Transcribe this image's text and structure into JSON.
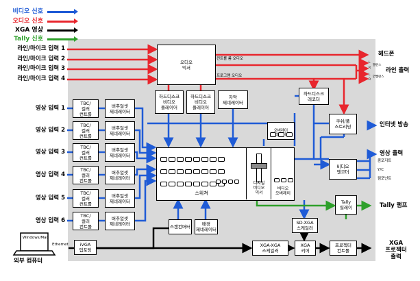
{
  "legend": {
    "video": {
      "label": "비디오 신호",
      "color": "#1f5bd6"
    },
    "audio": {
      "label": "오디오 신호",
      "color": "#e8262d"
    },
    "xga": {
      "label": "XGA 영상",
      "color": "#000000"
    },
    "tally": {
      "label": "Tally 신호",
      "color": "#2ea02b"
    }
  },
  "inputs": {
    "mic": [
      "라인/마이크 입력 1",
      "라인/마이크 입력 2",
      "라인/마이크 입력 3",
      "라인/마이크 입력 4"
    ],
    "video": [
      "영상 입력 1",
      "영상 입력 2",
      "영상 입력 3",
      "영상 입력 4",
      "영상 입력 5",
      "영상 입력 6"
    ],
    "computer": "외부 컴퓨터",
    "laptop_screen": "Windows/Mac",
    "ethernet": "Ethernet"
  },
  "blocks": {
    "tbc": "TBC/\n컬러\n컨트롤",
    "color_bar": "버추얼셋\n제네레이터",
    "audio_mixer": "오디오\n믹서",
    "disk_player_1": "하드디스크\n비디오\n플레이어",
    "disk_player_2": "하드디스크\n비디오\n플레이어",
    "char_gen": "자막\n제네레이터",
    "overlay_selector": "오버레이\n셀렉터",
    "disk_recorder": "하드디스크\n레코더",
    "switcher": "스위쳐",
    "digital_video_mixer": "디지털\n비디오\n믹서",
    "video_overlay": "비디오\n오버레이",
    "streaming": "쿠쉬/풀\n스트리밍",
    "video_encoder": "비디오\n엔코더",
    "tally_relay": "Tally\n릴레이",
    "scan_converter": "스캔컨버터",
    "bg_gen": "배경\n제네레이터",
    "sd_xga": "SD-XGA\n스케일러",
    "ivga": "iVGA\n입포팅",
    "xga_scaler": "XGA-XGA\n스케일러",
    "xga_keyer": "XGA\n키어",
    "projector_ctrl": "프로젝터\n컨트롤"
  },
  "bus_labels": {
    "control_room": "컨트롤 룸 오디오",
    "program_audio": "프로그램 오디오"
  },
  "outputs": {
    "headphone": "헤드폰",
    "line_out": "라인 출력",
    "line_l": "L",
    "line_r": "R",
    "line_balanced": "밸런스",
    "line_unbalanced": "언밸런스",
    "internet": "인터넷 방송",
    "video_out": "영상 출력",
    "composite": "콤포지트",
    "yc": "Y/C",
    "component": "컴포넌트",
    "tally_lamp": "Tally 램프",
    "xga_out": "XGA\n프로젝터\n출력"
  }
}
